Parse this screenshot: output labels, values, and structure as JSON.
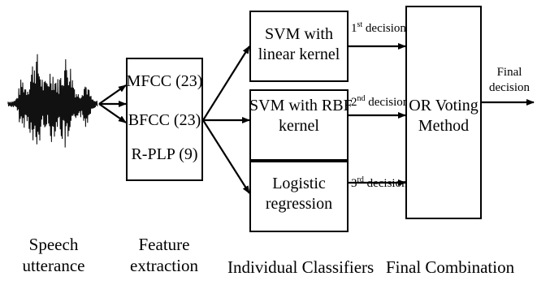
{
  "features": [
    "MFCC (23)",
    "BFCC (23)",
    "R-PLP (9)"
  ],
  "classifiers": [
    {
      "line1": "SVM with",
      "line2": "linear kernel"
    },
    {
      "line1": "SVM with RBF",
      "line2": "kernel"
    },
    {
      "line1": "Logistic",
      "line2": "regression"
    }
  ],
  "decisions": [
    {
      "num": "1",
      "sup": "st",
      "word": " decision"
    },
    {
      "num": "2",
      "sup": "nd",
      "word": " decision"
    },
    {
      "num": "3",
      "sup": "rd",
      "word": " decision"
    }
  ],
  "voting": {
    "line1": "OR Voting",
    "line2": "Method"
  },
  "final_decision": {
    "line1": "Final",
    "line2": "decision"
  },
  "captions": {
    "speech": {
      "line1": "Speech",
      "line2": "utterance"
    },
    "feature": {
      "line1": "Feature",
      "line2": "extraction"
    },
    "classifiers": "Individual Classifiers",
    "combination": "Final Combination"
  }
}
